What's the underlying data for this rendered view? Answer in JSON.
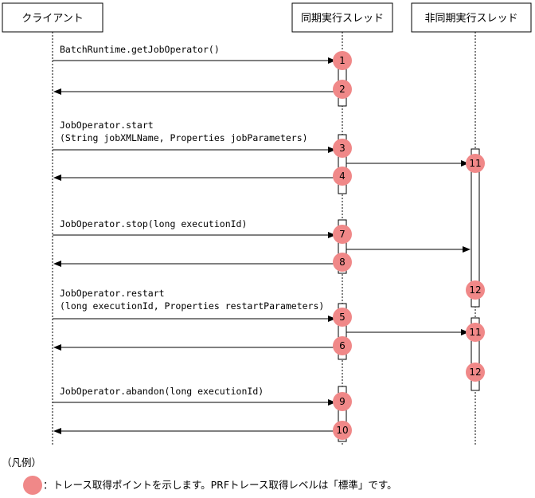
{
  "lifelines": {
    "client": "クライアント",
    "sync": "同期実行スレッド",
    "async": "非同期実行スレッド"
  },
  "messages": {
    "getJobOperator": "BatchRuntime.getJobOperator()",
    "start_1": "JobOperator.start",
    "start_2": "(String jobXMLName, Properties jobParameters)",
    "stop": "JobOperator.stop(long executionId)",
    "restart_1": "JobOperator.restart",
    "restart_2": "(long executionId, Properties restartParameters)",
    "abandon": "JobOperator.abandon(long executionId)"
  },
  "points": {
    "p1": "1",
    "p2": "2",
    "p3": "3",
    "p4": "4",
    "p7": "7",
    "p8": "8",
    "p5": "5",
    "p6": "6",
    "p9": "9",
    "p10": "10",
    "p11a": "11",
    "p12a": "12",
    "p11b": "11",
    "p12b": "12"
  },
  "legend": {
    "title": "（凡例）",
    "text": "：トレース取得ポイントを示します。PRFトレース取得レベルは「標準」です。"
  },
  "colors": {
    "point_fill": "#f08888",
    "line": "#000000"
  }
}
